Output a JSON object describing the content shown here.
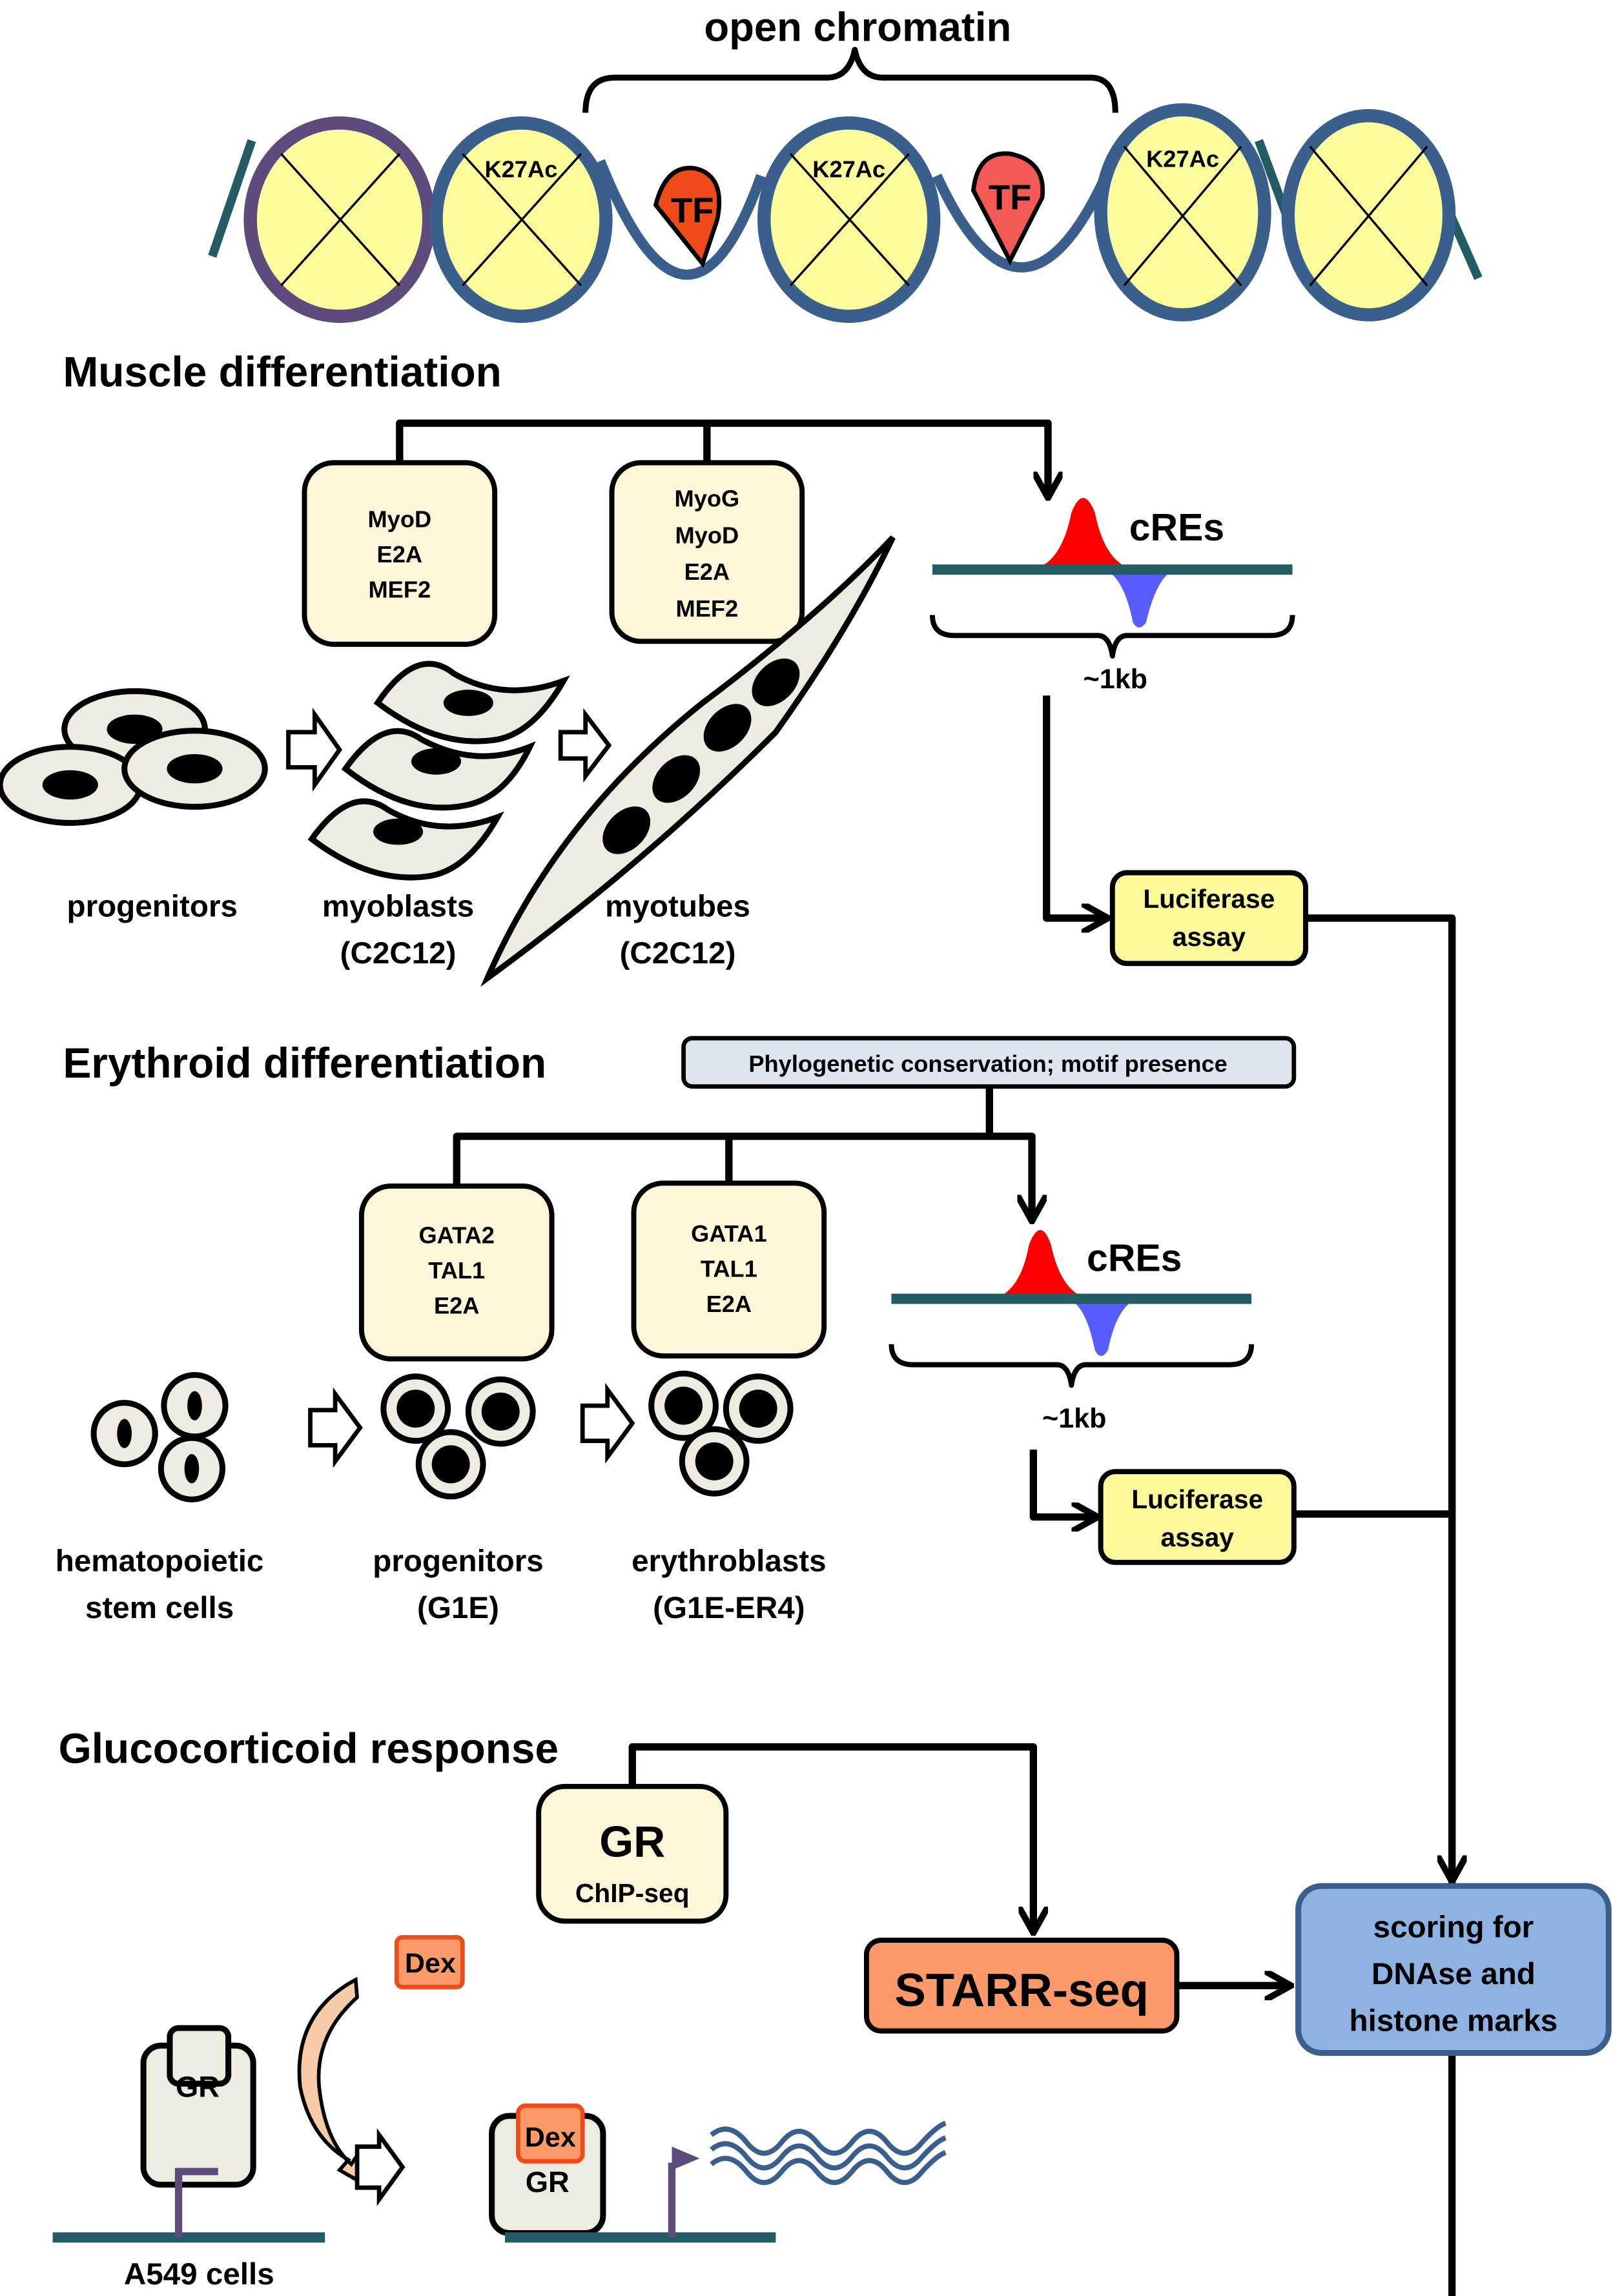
{
  "header": {
    "title": "open chromatin",
    "nucleosome_mark": "K27Ac",
    "tf_label": "TF",
    "colors": {
      "nucleosome_fill": "#fcfc9d",
      "dna_blue": "#3a5f8c",
      "closed_outline": "#5e4b7e",
      "tf1": "#f04a1a",
      "tf2": "#f45a55"
    }
  },
  "muscle": {
    "title": "Muscle differentiation",
    "tf_boxes": [
      {
        "lines": [
          "MyoD",
          "E2A",
          "MEF2"
        ]
      },
      {
        "lines": [
          "MyoG",
          "MyoD",
          "E2A",
          "MEF2"
        ]
      }
    ],
    "stages": [
      {
        "name": "progenitors",
        "sub": ""
      },
      {
        "name": "myoblasts",
        "sub": "(C2C12)"
      },
      {
        "name": "myotubes",
        "sub": "(C2C12)"
      }
    ],
    "cres_label": "cREs",
    "scale_label": "~1kb",
    "assay_lines": [
      "Luciferase",
      "assay"
    ]
  },
  "erythroid": {
    "title": "Erythroid differentiation",
    "filter_label": "Phylogenetic conservation; motif presence",
    "tf_boxes": [
      {
        "lines": [
          "GATA2",
          "TAL1",
          "E2A"
        ]
      },
      {
        "lines": [
          "GATA1",
          "TAL1",
          "E2A"
        ]
      }
    ],
    "stages": [
      {
        "name": "hematopoietic",
        "sub": "stem cells"
      },
      {
        "name": "progenitors",
        "sub": "(G1E)"
      },
      {
        "name": "erythroblasts",
        "sub": "(G1E-ER4)"
      }
    ],
    "cres_label": "cREs",
    "scale_label": "~1kb",
    "assay_lines": [
      "Luciferase",
      "assay"
    ]
  },
  "glucocorticoid": {
    "title": "Glucocorticoid response",
    "gr_box": {
      "title": "GR",
      "sub": "ChIP-seq"
    },
    "starr_label": "STARR-seq",
    "dex_label": "Dex",
    "gr_label": "GR",
    "cell_line": "A549 cells"
  },
  "scoring": {
    "lines": [
      "scoring for",
      "DNAse and",
      "histone marks"
    ]
  }
}
